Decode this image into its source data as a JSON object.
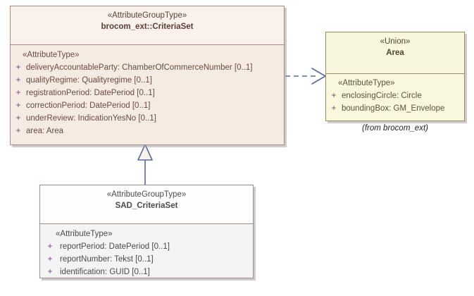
{
  "diagram": {
    "type": "uml-class-diagram",
    "background": "#ffffff",
    "classes": [
      {
        "id": "criteriaset",
        "stereotype": "«AttributeGroupType»",
        "name": "brocom_ext::CriteriaSet",
        "fill": "#f7ece4",
        "border": "#a68b86",
        "compartment_label": "«AttributeType»",
        "attributes": [
          {
            "visibility": "+",
            "text": "deliveryAccountableParty: ChamberOfCommerceNumber [0..1]"
          },
          {
            "visibility": "+",
            "text": "qualityRegime: Qualityregime [0..1]"
          },
          {
            "visibility": "+",
            "text": "registrationPeriod: DatePeriod [0..1]"
          },
          {
            "visibility": "+",
            "text": "correctionPeriod: DatePeriod [0..1]"
          },
          {
            "visibility": "+",
            "text": "underReview: IndicationYesNo [0..1]"
          },
          {
            "visibility": "+",
            "text": "area: Area"
          }
        ]
      },
      {
        "id": "area",
        "stereotype": "«Union»",
        "name": "Area",
        "fill": "#f8f6dc",
        "border": "#9c8a63",
        "compartment_label": "«AttributeType»",
        "package_note": "(from brocom_ext)",
        "attributes": [
          {
            "visibility": "+",
            "text": "enclosingCircle: Circle"
          },
          {
            "visibility": "+",
            "text": "boundingBox: GM_Envelope"
          }
        ]
      },
      {
        "id": "sad",
        "stereotype": "«AttributeGroupType»",
        "name": "SAD_CriteriaSet",
        "fill": "#fdfdfd",
        "border": "#a68b86",
        "compartment_label": "«AttributeType»",
        "attributes": [
          {
            "visibility": "+",
            "text": "reportPeriod: DatePeriod [0..1]"
          },
          {
            "visibility": "+",
            "text": "reportNumber: Tekst [0..1]"
          },
          {
            "visibility": "+",
            "text": "identification: GUID [0..1]"
          }
        ]
      }
    ],
    "connectors": [
      {
        "id": "dependency-criteriaset-area",
        "kind": "dependency",
        "style": "dashed",
        "arrowhead": "open",
        "color": "#5b6a96",
        "from": "criteriaset",
        "to": "area"
      },
      {
        "id": "generalization-sad-criteriaset",
        "kind": "generalization",
        "style": "solid",
        "arrowhead": "hollow-triangle",
        "color": "#5b6a96",
        "from": "sad",
        "to": "criteriaset"
      }
    ]
  }
}
